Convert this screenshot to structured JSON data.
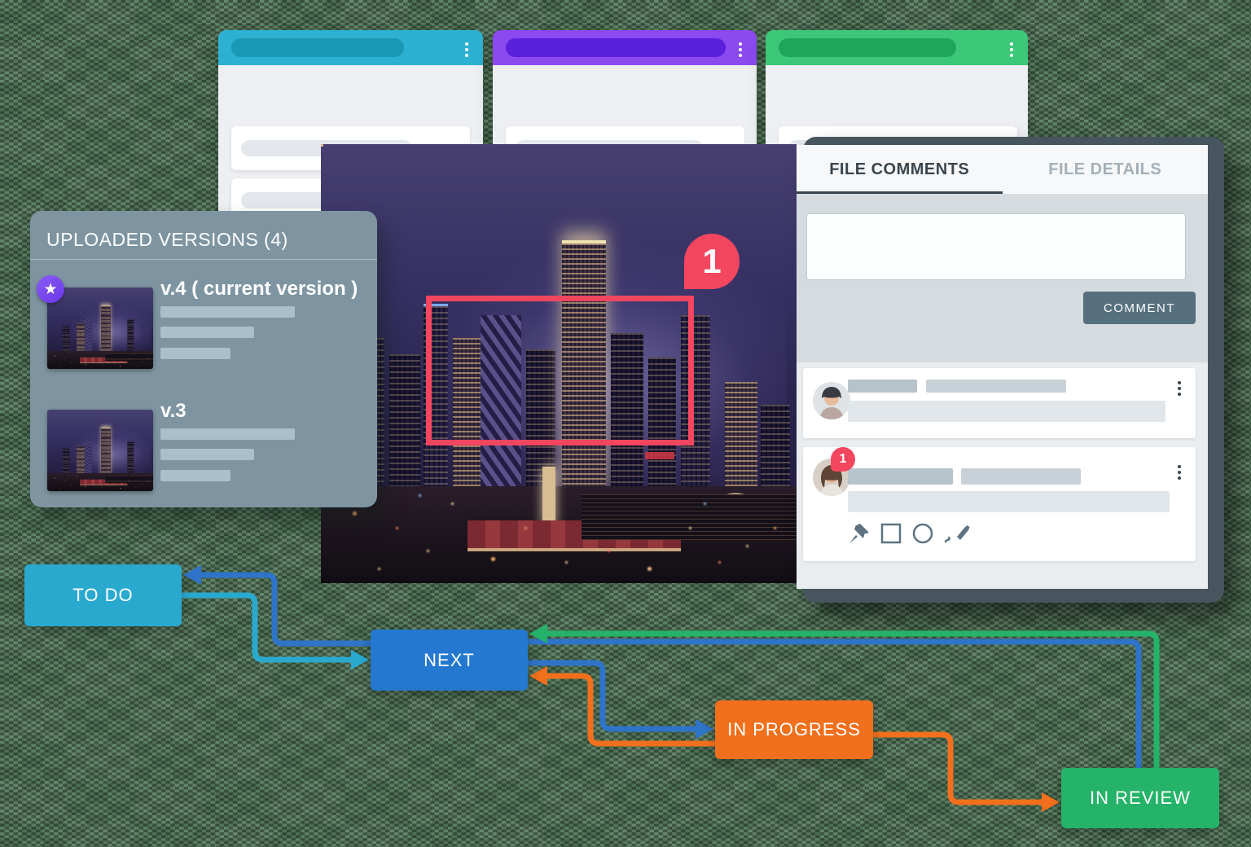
{
  "kanban_board": {
    "columns": [
      {
        "name": "column-1",
        "accent": "#2db1d3",
        "title_pill": "#1a98b4"
      },
      {
        "name": "column-2",
        "accent": "#8b49f0",
        "title_pill": "#5a20db"
      },
      {
        "name": "column-3",
        "accent": "#3cc878",
        "title_pill": "#1fa65b"
      }
    ]
  },
  "versions_panel": {
    "title": "UPLOADED VERSIONS (4)",
    "items": [
      {
        "label": "v.4 ( current version )",
        "starred": true
      },
      {
        "label": "v.3",
        "starred": false
      }
    ],
    "star_icon": "★"
  },
  "annotation": {
    "badge": "1",
    "color": "#f4465f"
  },
  "file_panel": {
    "tabs": [
      {
        "label": "FILE COMMENTS",
        "active": true
      },
      {
        "label": "FILE DETAILS",
        "active": false
      }
    ],
    "composer": {
      "button_label": "COMMENT",
      "textarea_value": ""
    },
    "comments": [
      {
        "badge": ""
      },
      {
        "badge": "1"
      }
    ]
  },
  "workflow": {
    "nodes": [
      {
        "label": "TO DO",
        "color": "#2aa9cf"
      },
      {
        "label": "NEXT",
        "color": "#2478cf"
      },
      {
        "label": "IN PROGRESS",
        "color": "#f2701d"
      },
      {
        "label": "IN REVIEW",
        "color": "#25b369"
      }
    ],
    "connectors": [
      {
        "from": "TO DO",
        "to": "NEXT",
        "color": "#2aa9cf"
      },
      {
        "from": "NEXT",
        "to": "TO DO",
        "color": "#2e74c9"
      },
      {
        "from": "NEXT",
        "to": "IN PROGRESS",
        "color": "#2e74c9"
      },
      {
        "from": "NEXT",
        "to": "IN REVIEW",
        "color": "#2e74c9"
      },
      {
        "from": "IN REVIEW",
        "to": "NEXT",
        "color": "#25b369"
      },
      {
        "from": "IN PROGRESS",
        "to": "NEXT",
        "color": "#f2701d"
      },
      {
        "from": "IN PROGRESS",
        "to": "IN REVIEW",
        "color": "#f2701d"
      }
    ]
  }
}
